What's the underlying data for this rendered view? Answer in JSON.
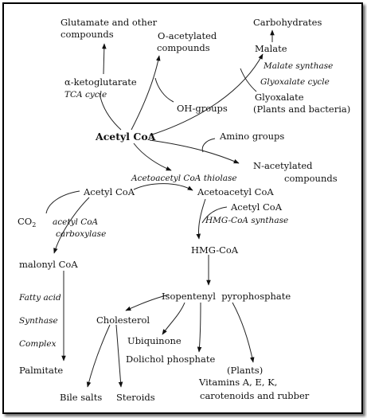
{
  "nodes": {
    "glutamate_1": "Glutamate and other",
    "glutamate_2": "compounds",
    "o_acetylated_1": "O-acetylated",
    "o_acetylated_2": "compounds",
    "carbohydrates": "Carbohydrates",
    "malate": "Malate",
    "malate_synthase": "Malate synthase",
    "glyoxalate_cycle": "Glyoxalate cycle",
    "glyoxalate": "Glyoxalate",
    "plants_bacteria": "(Plants and bacteria)",
    "alpha_ketoglutarate": "α-ketoglutarate",
    "tca_cycle": "TCA cycle",
    "oh_groups": "OH-groups",
    "acetyl_coa_main": "Acetyl CoA",
    "amino_groups": "Amino groups",
    "n_acetylated_1": "N-acetylated",
    "n_acetylated_2": "compounds",
    "acetoacetyl_thiolase": "Acetoacetyl CoA thiolase",
    "acetyl_coa_left": "Acetyl CoA",
    "acetoacetyl_coa": "Acetoacetyl CoA",
    "acetyl_coa_right": "Acetyl CoA",
    "hmg_coa_synthase": "HMG-CoA synthase",
    "co2": "CO",
    "co2_sub": "2",
    "acetyl_coa_carboxylase_1": "acetyl CoA",
    "acetyl_coa_carboxylase_2": "carboxylase",
    "hmg_coa": "HMG-CoA",
    "malonyl_coa": "malonyl CoA",
    "isopentenyl": "Isopentenyl  pyrophosphate",
    "fatty_acid": "Fatty acid",
    "synthase": "Synthase",
    "complex": "Complex",
    "cholesterol": "Cholesterol",
    "ubiquinone": "Ubiquinone",
    "dolichol": "Dolichol phosphate",
    "palmitate": "Palmitate",
    "plants": "(Plants)",
    "vitamins": "Vitamins A, E, K,",
    "carotenoids": "carotenoids and rubber",
    "bile_salts": "Bile salts",
    "steroids": "Steroids"
  }
}
